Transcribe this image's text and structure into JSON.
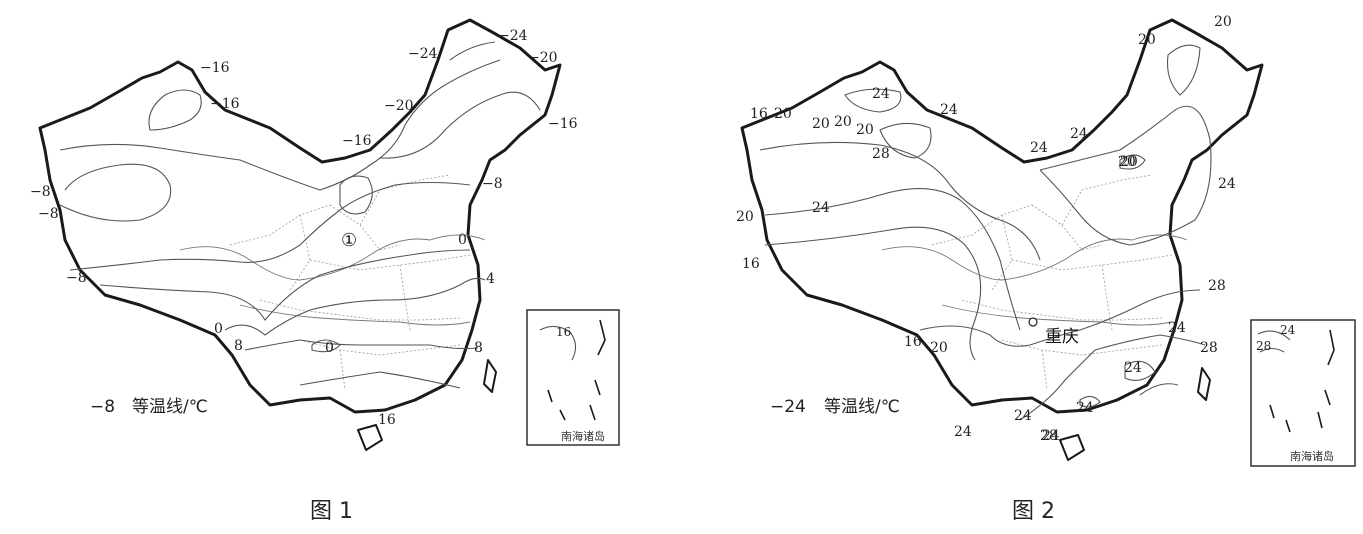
{
  "map1": {
    "caption": "图 1",
    "legend_value": "−8",
    "legend_text": "等温线/℃",
    "marker": "①",
    "iso_labels": [
      "−16",
      "−16",
      "−24",
      "−24",
      "−20",
      "−20",
      "−16",
      "−16",
      "−8",
      "−8",
      "−8",
      "−8",
      "0",
      "4",
      "0",
      "8",
      "0",
      "8",
      "16",
      "16"
    ],
    "inset_label": "南海诸岛"
  },
  "map2": {
    "caption": "图 2",
    "legend_value": "−24",
    "legend_text": "等温线/℃",
    "city": "重庆",
    "iso_labels": [
      "20",
      "20",
      "24",
      "16",
      "20",
      "20",
      "20",
      "20",
      "28",
      "24",
      "24",
      "24",
      "20",
      "24",
      "20",
      "24",
      "20",
      "16",
      "28",
      "24",
      "24",
      "28",
      "24",
      "24",
      "16",
      "20",
      "24",
      "24",
      "28"
    ],
    "inset_labels": [
      "24",
      "28"
    ],
    "inset_label": "南海诸岛"
  }
}
